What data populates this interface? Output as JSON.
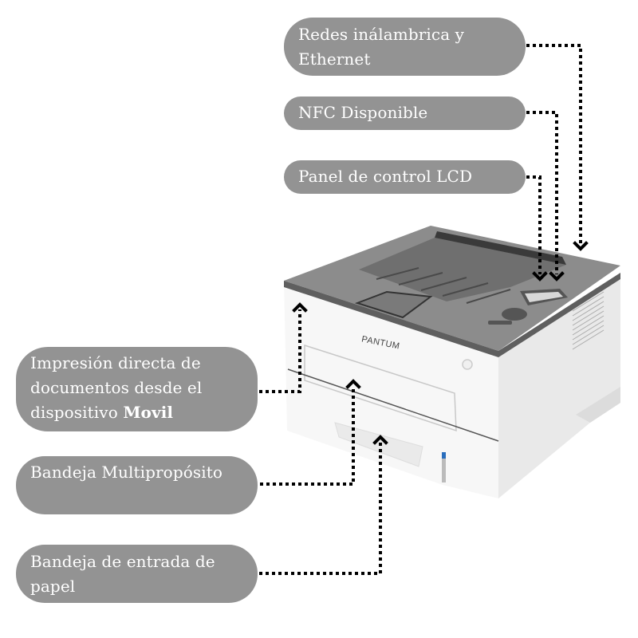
{
  "callouts": {
    "redes": {
      "line1": "Redes inálambrica y",
      "line2": "Ethernet"
    },
    "nfc": {
      "label": "NFC Disponible"
    },
    "panel": {
      "label": "Panel de control LCD"
    },
    "impresion": {
      "line1": "Impresión directa de",
      "line2": "documentos desde el",
      "line3_prefix": "dispositivo ",
      "line3_bold": "Movil"
    },
    "multiproposito": {
      "label": "Bandeja Multipropósito"
    },
    "entrada": {
      "line1": "Bandeja de entrada de",
      "line2": "papel"
    }
  },
  "printer": {
    "brand": "PANTUM"
  },
  "colors": {
    "pill": "#939393",
    "pill_text": "#ffffff",
    "connector": "#000000",
    "printer_top": "#8a8a8a",
    "printer_body": "#f4f4f4"
  }
}
